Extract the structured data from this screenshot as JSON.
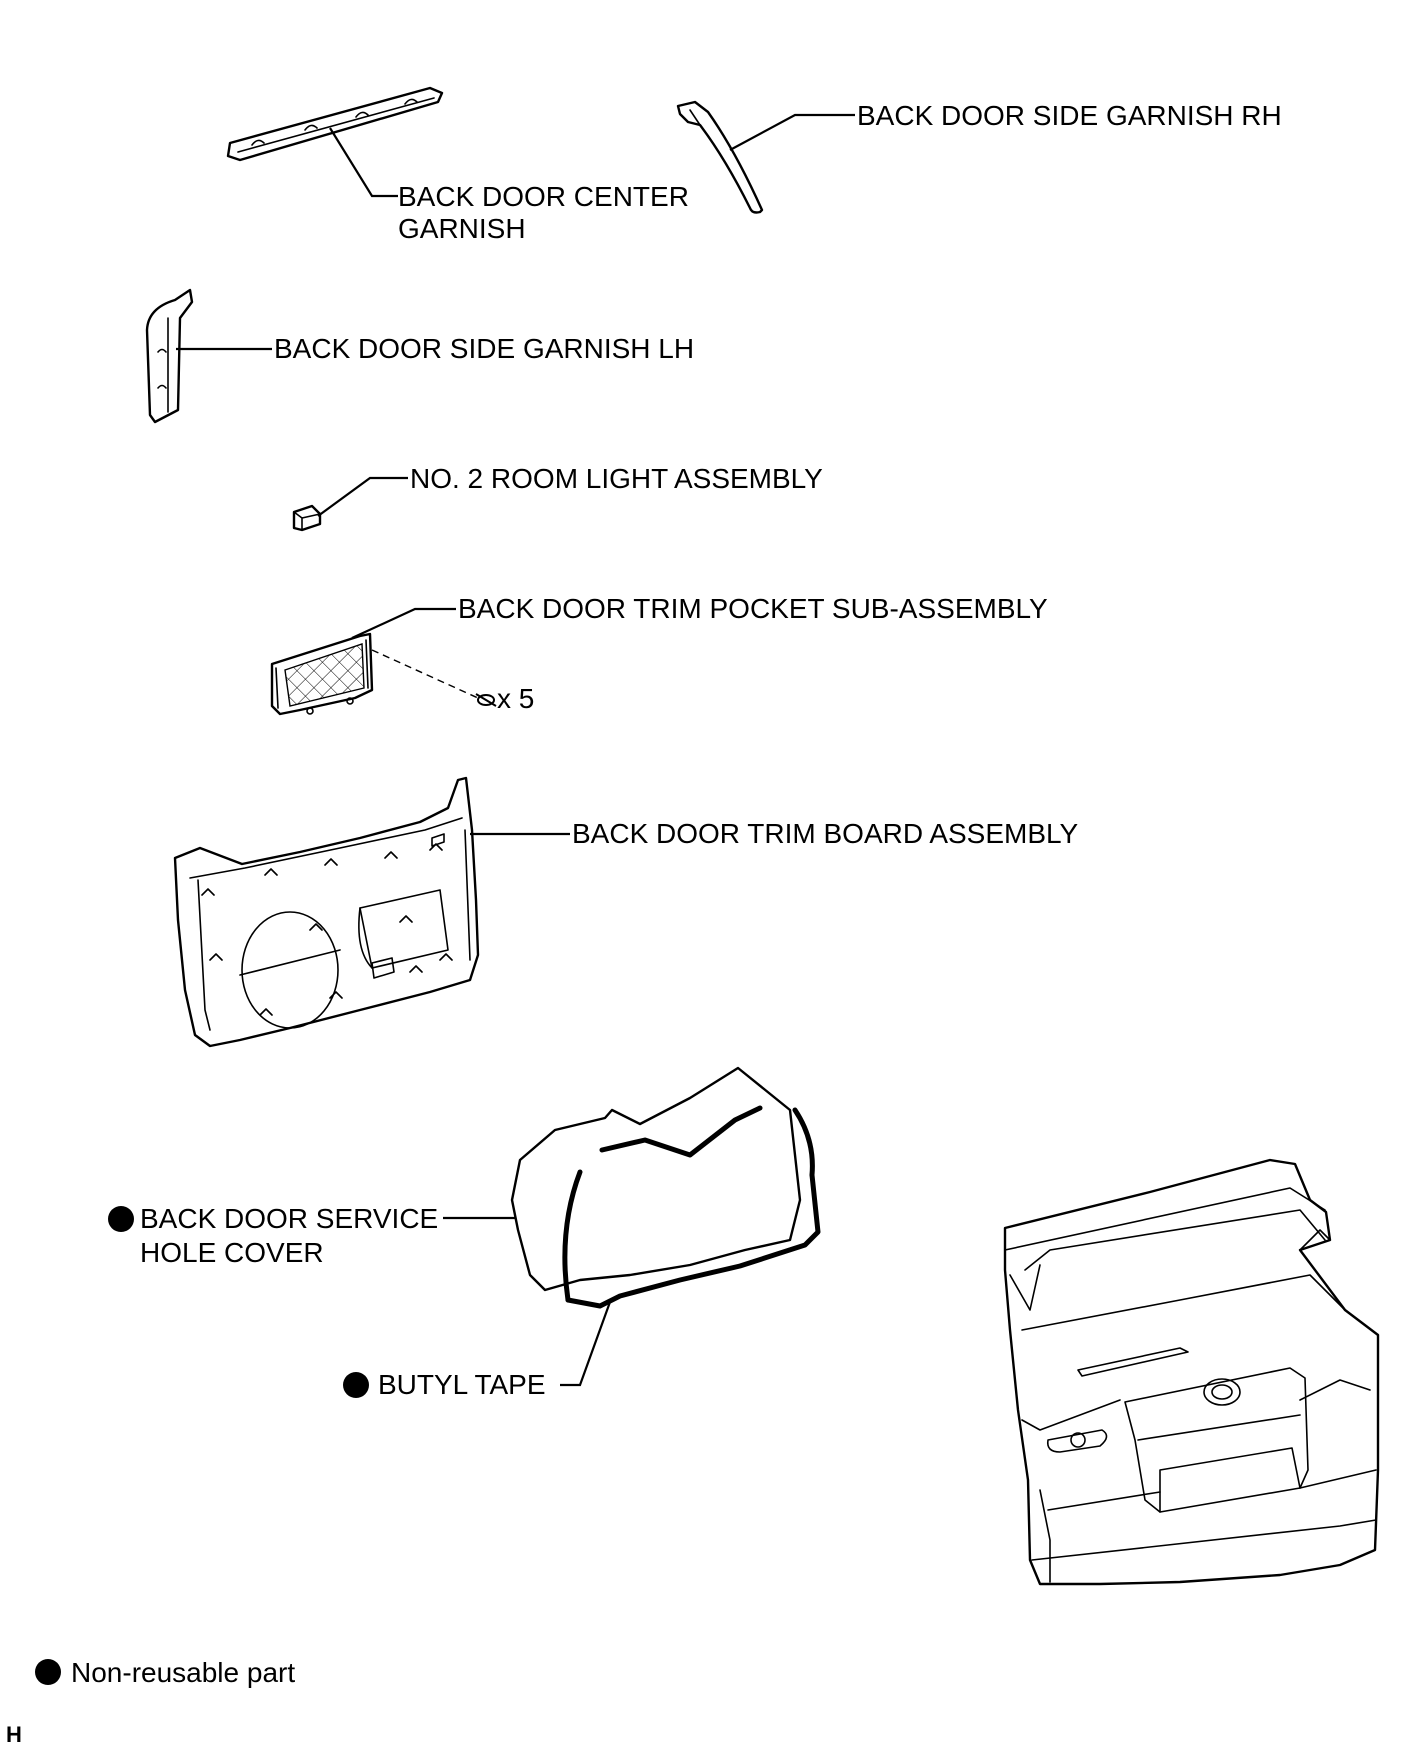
{
  "labels": {
    "center_garnish_line1": "BACK DOOR CENTER",
    "center_garnish_line2": "GARNISH",
    "side_garnish_rh": "BACK DOOR SIDE GARNISH RH",
    "side_garnish_lh": "BACK DOOR SIDE GARNISH LH",
    "room_light": "NO. 2 ROOM LIGHT ASSEMBLY",
    "trim_pocket": "BACK DOOR TRIM POCKET SUB-ASSEMBLY",
    "clip_count": "x 5",
    "trim_board": "BACK DOOR TRIM BOARD ASSEMBLY",
    "service_hole_cover_line1": "BACK DOOR SERVICE",
    "service_hole_cover_line2": "HOLE COVER",
    "butyl_tape": "BUTYL TAPE"
  },
  "legend": {
    "non_reusable": "Non-reusable part"
  },
  "corner_mark": "H"
}
